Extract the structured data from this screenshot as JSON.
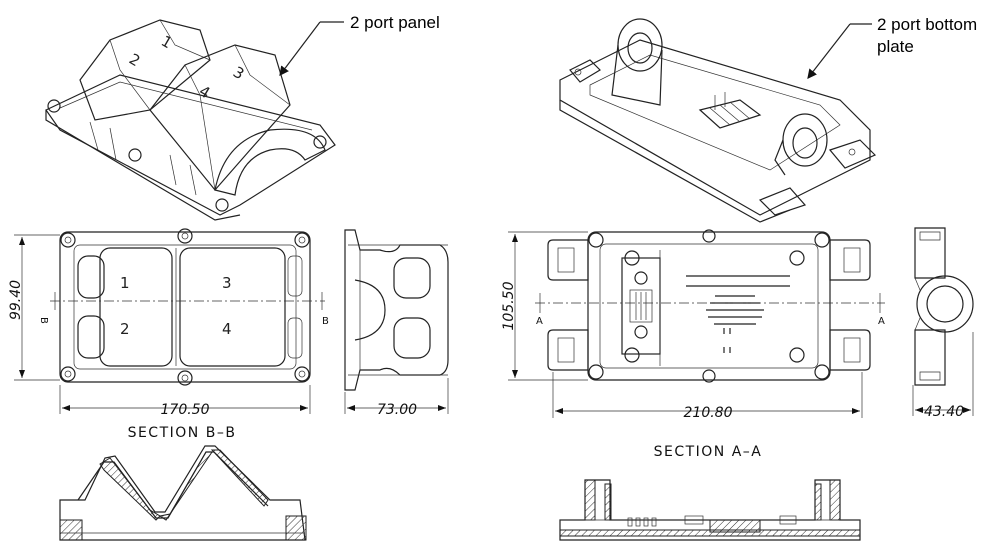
{
  "callouts": {
    "panel": "2 port panel",
    "bottom_line1": "2 port bottom",
    "bottom_line2": "plate"
  },
  "port_numbers": [
    "1",
    "2",
    "3",
    "4"
  ],
  "dimensions": {
    "panel_height": "99.40",
    "panel_width": "170.50",
    "panel_side_width": "73.00",
    "plate_height": "105.50",
    "plate_width": "210.80",
    "plate_side_width": "43.40"
  },
  "section_labels": {
    "b_section": "SECTION B–B",
    "a_section": "SECTION A–A",
    "b_left": "B",
    "b_right": "B",
    "a_left": "A",
    "a_right": "A"
  }
}
